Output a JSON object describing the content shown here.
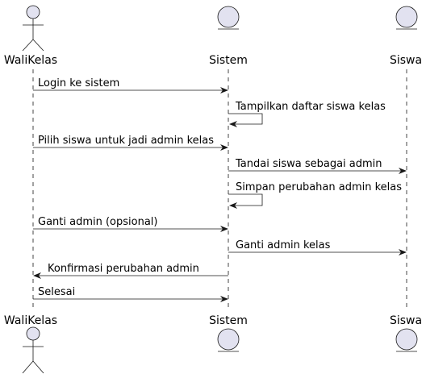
{
  "participants": [
    {
      "id": "walikelas",
      "label": "WaliKelas",
      "kind": "actor"
    },
    {
      "id": "sistem",
      "label": "Sistem",
      "kind": "entity"
    },
    {
      "id": "siswa",
      "label": "Siswa",
      "kind": "entity"
    }
  ],
  "messages": [
    {
      "from": "walikelas",
      "to": "sistem",
      "text": "Login ke sistem"
    },
    {
      "from": "sistem",
      "to": "sistem",
      "text": "Tampilkan daftar siswa kelas"
    },
    {
      "from": "walikelas",
      "to": "sistem",
      "text": "Pilih siswa untuk jadi admin kelas"
    },
    {
      "from": "sistem",
      "to": "siswa",
      "text": "Tandai siswa sebagai admin"
    },
    {
      "from": "sistem",
      "to": "sistem",
      "text": "Simpan perubahan admin kelas"
    },
    {
      "from": "walikelas",
      "to": "sistem",
      "text": "Ganti admin (opsional)"
    },
    {
      "from": "sistem",
      "to": "siswa",
      "text": "Ganti admin kelas"
    },
    {
      "from": "sistem",
      "to": "walikelas",
      "text": "Konfirmasi perubahan admin"
    },
    {
      "from": "walikelas",
      "to": "sistem",
      "text": "Selesai"
    }
  ],
  "colors": {
    "participant_fill": "#E2E2F0",
    "participant_stroke": "#181818",
    "lifeline": "#181818",
    "arrow": "#181818"
  }
}
